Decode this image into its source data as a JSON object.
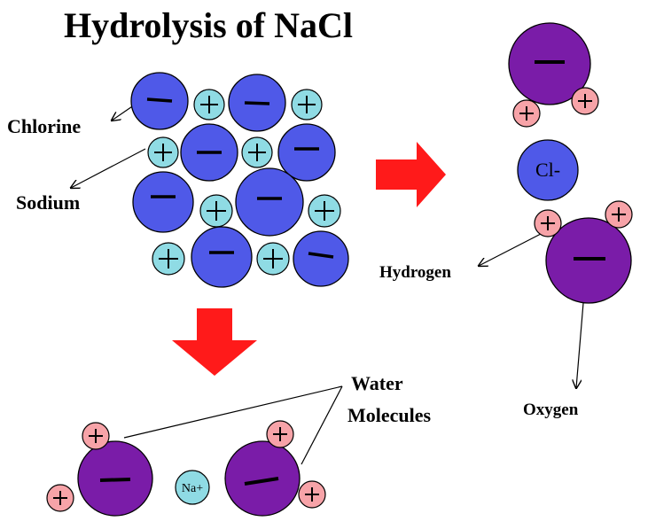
{
  "title": "Hydrolysis of NaCl",
  "labels": {
    "chlorine": "Chlorine",
    "sodium": "Sodium",
    "hydrogen": "Hydrogen",
    "oxygen": "Oxygen",
    "water_line1": "Water",
    "water_line2": "Molecules",
    "cl_ion": "Cl-",
    "na_ion": "Na+"
  },
  "colors": {
    "chloride": "#4f59e8",
    "sodium": "#8fdbe4",
    "oxygen": "#7a1ca8",
    "hydrogen": "#f7a3a8",
    "arrow": "#ff1a1a"
  }
}
